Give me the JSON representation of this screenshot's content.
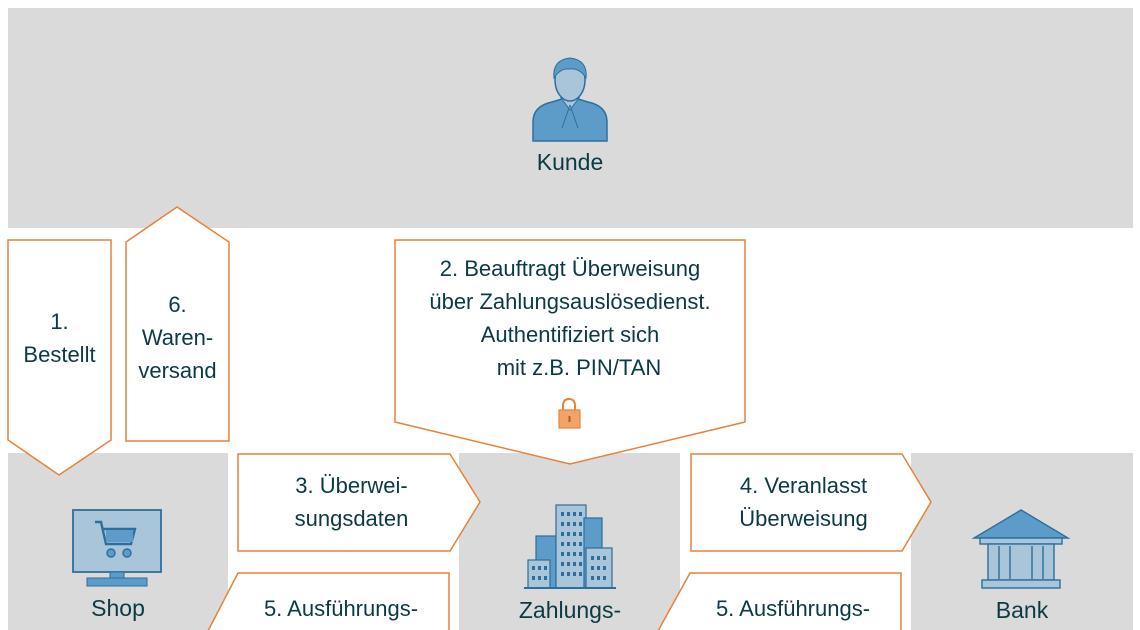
{
  "actors": {
    "kunde": "Kunde",
    "shop": "Shop",
    "zahlungs": "Zahlungs-",
    "bank": "Bank"
  },
  "steps": {
    "step1": [
      "1.",
      "Bestellt"
    ],
    "step6": [
      "6.",
      "Waren-",
      "versand"
    ],
    "step2": [
      "2. Beauftragt Überweisung",
      "über Zahlungsauslösedienst.",
      "Authentifiziert sich",
      "mit z.B. PIN/TAN"
    ],
    "step3": [
      "3. Überwei-",
      "sungsdaten"
    ],
    "step4": [
      "4. Veranlasst",
      "Überweisung"
    ],
    "step5a": [
      "5. Ausführungs-"
    ],
    "step5b": [
      "5. Ausführungs-"
    ]
  },
  "colors": {
    "panel": "#dadada",
    "arrow_border": "#e8813a",
    "icon_fill": "#a8c5da",
    "icon_stroke": "#2e6e9c",
    "text": "#0b3a44"
  },
  "icons": {
    "person": "person-icon",
    "lock": "lock-icon",
    "computer_cart": "computer-cart-icon",
    "buildings": "buildings-icon",
    "bank": "bank-icon"
  }
}
